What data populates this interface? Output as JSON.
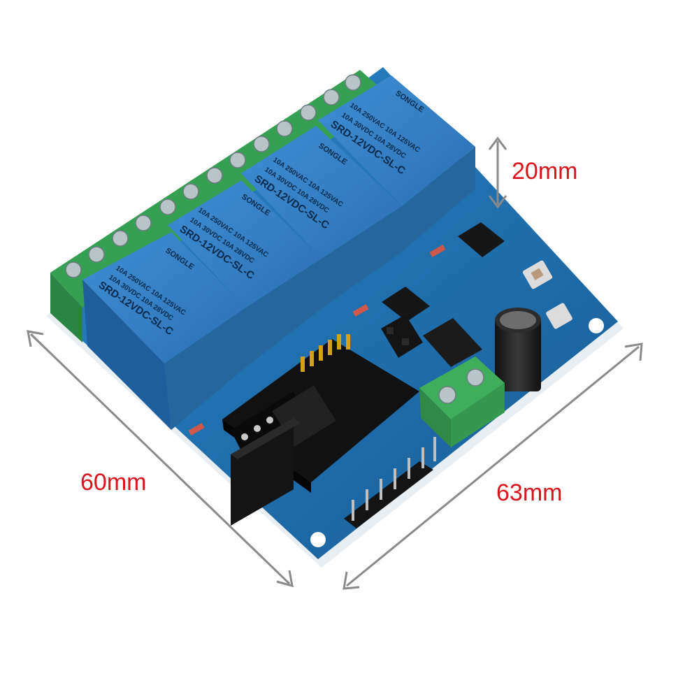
{
  "dimensions": {
    "height": "20mm",
    "width": "60mm",
    "depth": "63mm"
  },
  "relays": [
    {
      "brand": "SONGLE",
      "rating_1": "10A 250VAC  10A 125VAC",
      "rating_2": "10A 30VDC  10A 28VDC",
      "model": "SRD-12VDC-SL-C"
    },
    {
      "brand": "SONGLE",
      "rating_1": "10A 250VAC  10A 125VAC",
      "rating_2": "10A 30VDC  10A 28VDC",
      "model": "SRD-12VDC-SL-C"
    },
    {
      "brand": "SONGLE",
      "rating_1": "10A 250VAC  10A 125VAC",
      "rating_2": "10A 30VDC  10A 28VDC",
      "model": "SRD-12VDC-SL-C"
    },
    {
      "brand": "SONGLE",
      "rating_1": "10A 250VAC  10A 125VAC",
      "rating_2": "10A 30VDC  10A 28VDC",
      "model": "SRD-12VDC-SL-C"
    }
  ],
  "colors": {
    "dimension_text": "#d9141c",
    "dimension_arrow": "#8a8a8a",
    "pcb": "#1f6fb0",
    "relay": "#2f78bf",
    "terminal": "#3fae5a",
    "module": "#1a1a1a"
  }
}
